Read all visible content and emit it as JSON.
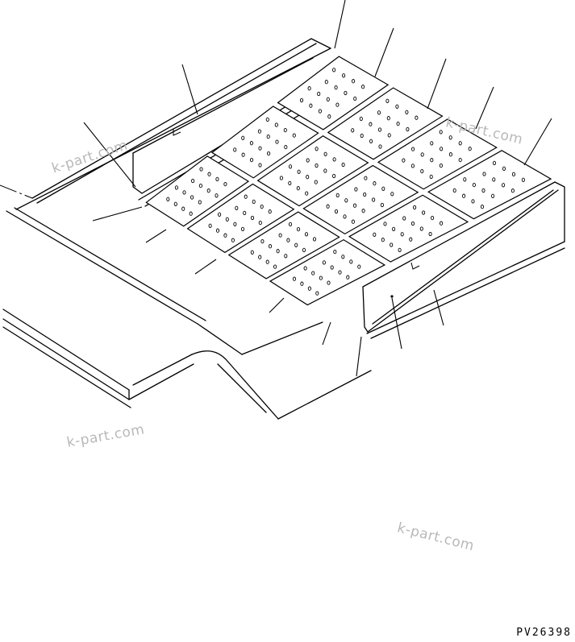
{
  "drawing_code": "PV26398",
  "watermarks": [
    "k-part.com",
    "k-part.com",
    "k-part.com",
    "k-part.com"
  ]
}
